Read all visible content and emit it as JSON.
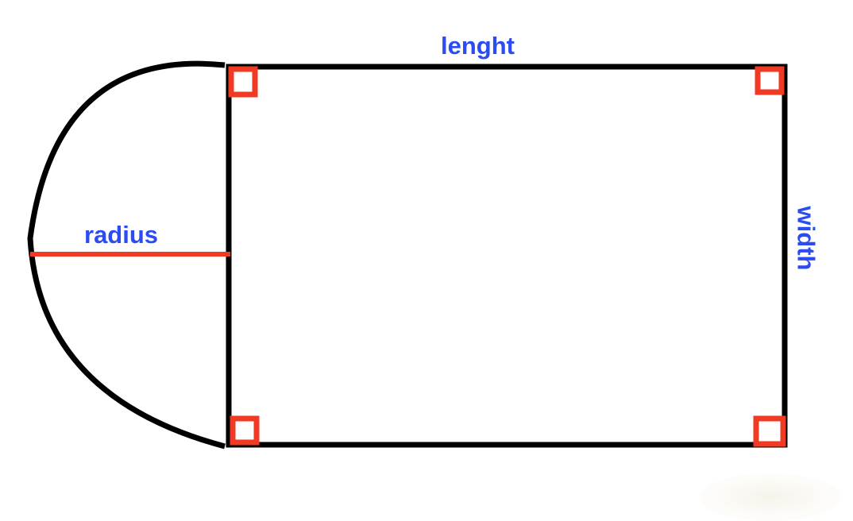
{
  "labels": {
    "length": "lenght",
    "width": "width",
    "radius": "radius"
  },
  "colors": {
    "outline": "#000000",
    "right_angle_marker": "#f03a24",
    "radius_line": "#f03a24",
    "label_text": "#2a4cf2"
  },
  "shapes": {
    "rectangle": "rectangle with four right-angle markers",
    "semicircle": "half-ellipse attached to the left side of the rectangle"
  }
}
